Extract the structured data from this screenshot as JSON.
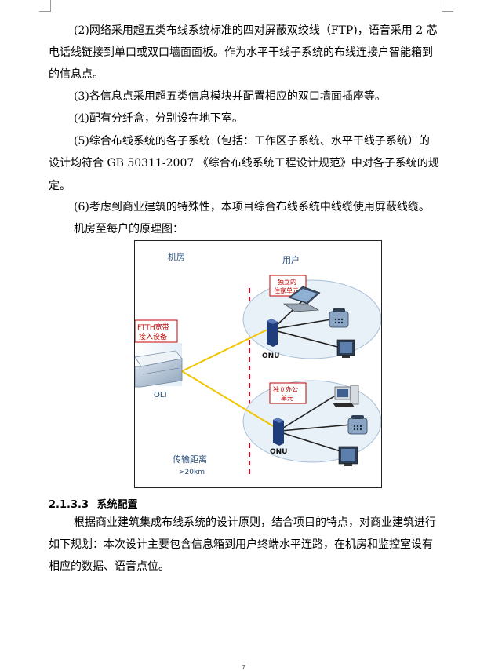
{
  "body": {
    "para2_l1": "(2)网络采用超五类布线系统标准的四对屏蔽双绞线（FTP)，语音采用 2 芯",
    "para2_l2": "电话线链接到单口或双口墙面面板。作为水平干线子系统的布线连接户智能箱到",
    "para2_l3": "的信息点。",
    "para3": "(3)各信息点采用超五类信息模块并配置相应的双口墙面插座等。",
    "para4": "(4)配有分纤盒，分别设在地下室。",
    "para5_l1": "(5)综合布线系统的各子系统（包括：工作区子系统、水平干线子系统）的",
    "para5_l2": "设计均符合 GB 50311-2007 《综合布线系统工程设计规范》中对各子系统的规",
    "para5_l3": "定。",
    "para6": "(6)考虑到商业建筑的特殊性，本项目综合布线系统中线缆使用屏蔽线缆。",
    "figure_intro": "机房至每户的原理图：",
    "section_number": "2.1.3.3",
    "section_title": "系统配置",
    "para7_l1": "根据商业建筑集成布线系统的设计原则，结合项目的特点，对商业建筑进行",
    "para7_l2": "如下规划：本次设计主要包含信息箱到用户终端水平连路，在机房和监控室设有",
    "para7_l3": "相应的数据、语音点位。",
    "page_number": "7"
  },
  "diagram": {
    "left_label": "机房",
    "right_label": "用户",
    "ftth_l1": "FTTH宽带",
    "ftth_l2": "接入设备",
    "olt": "OLT",
    "onu1": "ONU",
    "onu2": "ONU",
    "home_l1": "独立的",
    "home_l2": "住家单元",
    "office_l1": "独立办公",
    "office_l2": "单元",
    "distance": "传输距离",
    "distance_value": ">20km",
    "colors": {
      "fiber": "#f2c500",
      "divider": "#d9001b",
      "label_red": "#c00000",
      "cloud": "#e8f0f8",
      "cloud_edge": "#a9bfd6",
      "sky": "#cfe3f3",
      "text_blue": "#2a4f7c"
    },
    "icons": [
      "olt-rack-icon",
      "onu-box-icon",
      "laptop-icon",
      "phone-icon",
      "monitor-icon",
      "desktop-computer-icon"
    ]
  }
}
